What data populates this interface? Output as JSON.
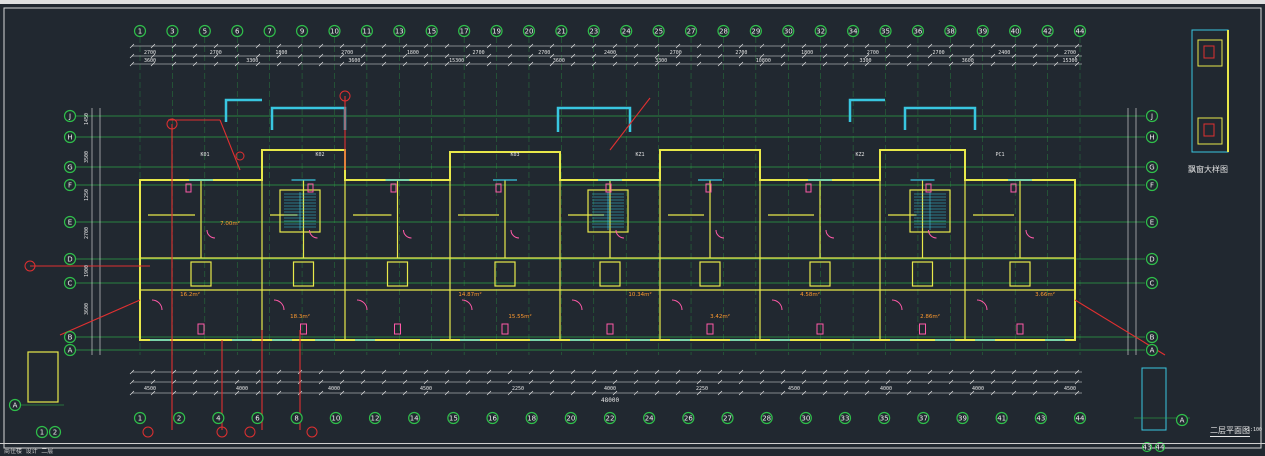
{
  "drawing": {
    "title": "二层平面图",
    "scale": "1:100",
    "detail_title": "飘窗大样图",
    "total_dimension": "48000",
    "footer_label": "商住楼 设计 二层",
    "colors": {
      "background": "#212830",
      "wall": "#e8e84a",
      "window": "#39c6e0",
      "grid": "#2fbf4a",
      "dimension": "#e6e6e6",
      "annotation": "#e03030",
      "door": "#ff5aa8",
      "area": "#ff9a2e"
    }
  },
  "grid": {
    "top_axes": [
      "1",
      "3",
      "5",
      "6",
      "7",
      "9",
      "10",
      "11",
      "13",
      "15",
      "17",
      "19",
      "20",
      "21",
      "23",
      "24",
      "25",
      "27",
      "28",
      "29",
      "30",
      "32",
      "34",
      "35",
      "36",
      "38",
      "39",
      "40",
      "42",
      "44"
    ],
    "bottom_axes": [
      "1",
      "2",
      "4",
      "6",
      "8",
      "10",
      "12",
      "14",
      "15",
      "16",
      "18",
      "20",
      "22",
      "24",
      "26",
      "27",
      "28",
      "30",
      "33",
      "35",
      "37",
      "39",
      "41",
      "43",
      "44"
    ],
    "left_axes": [
      "J",
      "H",
      "G",
      "F",
      "E",
      "D",
      "C",
      "B",
      "A"
    ],
    "right_axes": [
      "J",
      "H",
      "G",
      "F",
      "E",
      "D",
      "C",
      "B",
      "A"
    ],
    "small_plan_axes": [
      "A",
      "1",
      "2"
    ],
    "detail_axes": [
      "43",
      "44",
      "A"
    ]
  },
  "dimensions": {
    "top_row": [
      "2700",
      "2700",
      "1800",
      "2700",
      "1800",
      "2700",
      "2700",
      "2400",
      "2700",
      "2700",
      "1800",
      "2700",
      "2700",
      "2400",
      "2700"
    ],
    "mid_row": [
      "3600",
      "3300",
      "3600",
      "15300",
      "3600",
      "3300",
      "10800",
      "3300",
      "3600",
      "15300"
    ],
    "bottom_row": [
      "4500",
      "4000",
      "4000",
      "4500",
      "2250",
      "4000",
      "2250",
      "4500",
      "4000",
      "4000",
      "4500"
    ],
    "left_side": [
      "1450",
      "3500",
      "1250",
      "2700",
      "1900",
      "3600"
    ]
  },
  "annotations": [
    "K01",
    "K02",
    "K03",
    "KZ1",
    "KZ2",
    "PC1"
  ],
  "areas": [
    "16.2m²",
    "18.3m²",
    "7.00m²",
    "14.87m²",
    "15.55m²",
    "10.34m²",
    "3.42m²",
    "4.58m²",
    "2.86m²",
    "3.66m²"
  ]
}
